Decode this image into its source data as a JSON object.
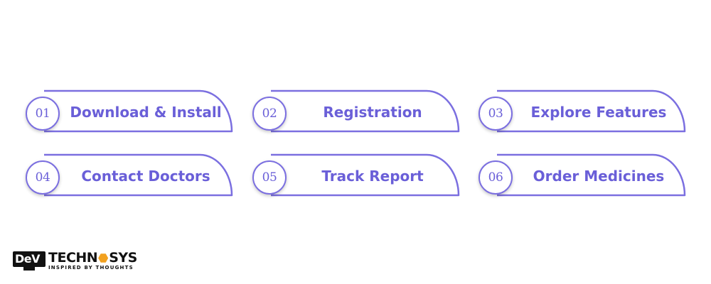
{
  "colors": {
    "accent": "#6a5fd8",
    "line": "#7b6fe0"
  },
  "steps": [
    {
      "number": "01",
      "label": "Download & Install"
    },
    {
      "number": "02",
      "label": "Registration"
    },
    {
      "number": "03",
      "label": "Explore Features"
    },
    {
      "number": "04",
      "label": "Contact Doctors"
    },
    {
      "number": "05",
      "label": "Track Report"
    },
    {
      "number": "06",
      "label": "Order Medicines"
    }
  ],
  "logo": {
    "box_text": "DeV",
    "brand_left": "TECHN",
    "brand_right": "SYS",
    "tagline": "INSPIRED BY THOUGHTS"
  }
}
